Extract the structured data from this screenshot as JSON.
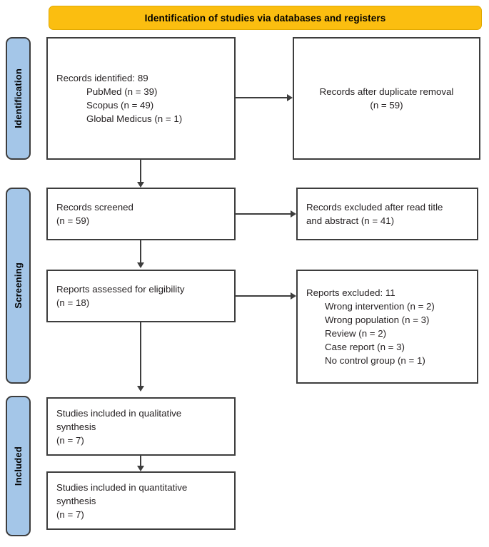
{
  "banner": {
    "title": "Identification of studies via databases and registers",
    "color": "#fbbe10"
  },
  "stages": [
    {
      "id": "identification",
      "label": "Identification",
      "color": "#a4c6e8"
    },
    {
      "id": "screening",
      "label": "Screening",
      "color": "#a4c6e8"
    },
    {
      "id": "included",
      "label": "Included",
      "color": "#a4c6e8"
    }
  ],
  "boxes": {
    "identified": {
      "lines": [
        "Records identified: 89",
        "PubMed (n = 39)",
        "Scopus (n = 49)",
        "Global Medicus (n = 1)"
      ]
    },
    "duplicates": {
      "lines": [
        "Records after duplicate removal",
        "(n = 59)"
      ]
    },
    "screened": {
      "lines": [
        "Records screened",
        "(n = 59)"
      ]
    },
    "excluded_title_abstract": {
      "lines": [
        "Records excluded after read title",
        "and abstract (n = 41)"
      ]
    },
    "eligibility": {
      "lines": [
        "Reports assessed for eligibility",
        "(n = 18)"
      ]
    },
    "excluded_reports": {
      "lines": [
        "Reports excluded: 11",
        "Wrong intervention (n = 2)",
        "Wrong population (n = 3)",
        "Review (n = 2)",
        "Case report (n = 3)",
        "No control group (n = 1)"
      ]
    },
    "qualitative": {
      "lines": [
        "Studies included in qualitative",
        "synthesis",
        "(n = 7)"
      ]
    },
    "quantitative": {
      "lines": [
        "Studies included in quantitative",
        "synthesis",
        "(n = 7)"
      ]
    }
  }
}
